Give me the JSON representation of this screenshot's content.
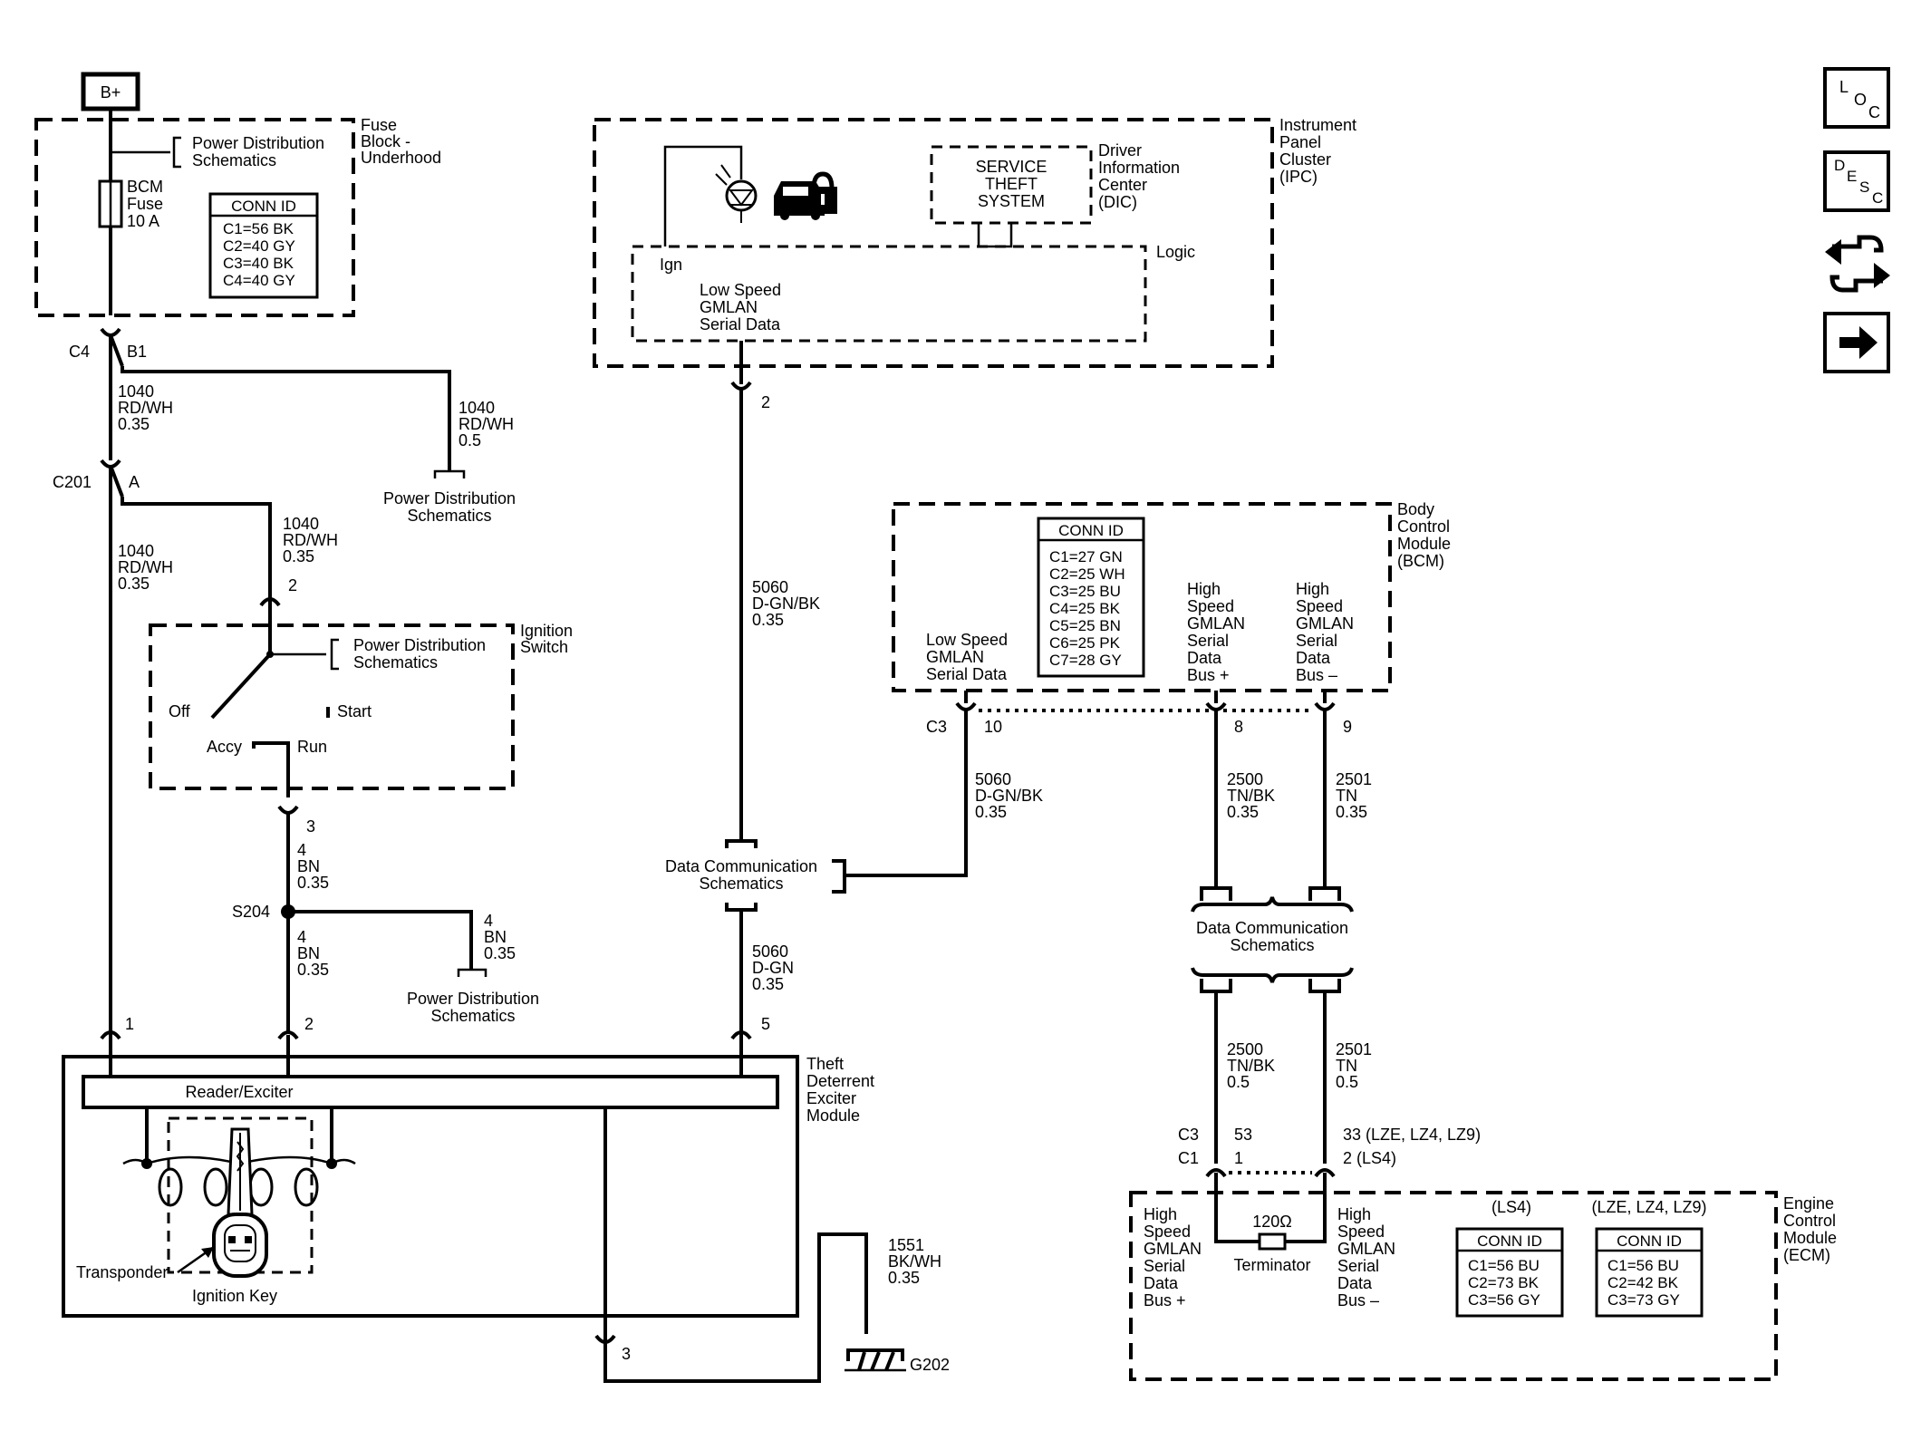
{
  "battery": "B+",
  "fuse_block": {
    "title": [
      "Fuse",
      "Block -",
      "Underhood"
    ],
    "power_dist": [
      "Power Distribution",
      "Schematics"
    ],
    "fuse": [
      "BCM",
      "Fuse",
      "10 A"
    ],
    "conn_id": {
      "header": "CONN ID",
      "rows": [
        "C1=56 BK",
        "C2=40 GY",
        "C3=40 BK",
        "C4=40 GY"
      ]
    }
  },
  "connectors": {
    "c4": "C4",
    "b1": "B1",
    "c201": "C201",
    "a": "A",
    "ign_in": "2",
    "ign_out": "3",
    "s204": "S204",
    "tdm_1": "1",
    "tdm_2": "2",
    "tdm_5": "5",
    "tdm_3": "3",
    "ipc_2": "2",
    "bcm_c3": "C3",
    "bcm_10": "10",
    "bcm_8": "8",
    "bcm_9": "9",
    "ecm_c3": "C3",
    "ecm_c1": "C1",
    "ecm_53": "53",
    "ecm_1": "1",
    "ecm_33": "33 (LZE, LZ4, LZ9)",
    "ecm_2": "2 (LS4)"
  },
  "wires": {
    "w1040_a": [
      "1040",
      "RD/WH",
      "0.35"
    ],
    "w1040_b": [
      "1040",
      "RD/WH",
      "0.5"
    ],
    "w1040_c": [
      "1040",
      "RD/WH",
      "0.35"
    ],
    "w1040_d": [
      "1040",
      "RD/WH",
      "0.35"
    ],
    "w4_a": [
      "4",
      "BN",
      "0.35"
    ],
    "w4_b": [
      "4",
      "BN",
      "0.35"
    ],
    "w4_c": [
      "4",
      "BN",
      "0.35"
    ],
    "w5060_a": [
      "5060",
      "D-GN/BK",
      "0.35"
    ],
    "w5060_b": [
      "5060",
      "D-GN/BK",
      "0.35"
    ],
    "w5060_c": [
      "5060",
      "D-GN",
      "0.35"
    ],
    "w2500_a": [
      "2500",
      "TN/BK",
      "0.35"
    ],
    "w2501_a": [
      "2501",
      "TN",
      "0.35"
    ],
    "w2500_b": [
      "2500",
      "TN/BK",
      "0.5"
    ],
    "w2501_b": [
      "2501",
      "TN",
      "0.5"
    ],
    "w1551": [
      "1551",
      "BK/WH",
      "0.35"
    ]
  },
  "power_dist_1": [
    "Power Distribution",
    "Schematics"
  ],
  "power_dist_2": [
    "Power Distribution",
    "Schematics"
  ],
  "power_dist_3": [
    "Power Distribution",
    "Schematics"
  ],
  "ignition_switch": {
    "title": [
      "Ignition",
      "Switch"
    ],
    "power_dist": [
      "Power Distribution",
      "Schematics"
    ],
    "off": "Off",
    "start": "Start",
    "accy": "Accy",
    "run": "Run"
  },
  "ipc": {
    "title": [
      "Instrument",
      "Panel",
      "Cluster",
      "(IPC)"
    ],
    "dic": [
      "Driver",
      "Information",
      "Center",
      "(DIC)"
    ],
    "service": [
      "SERVICE",
      "THEFT",
      "SYSTEM"
    ],
    "logic": "Logic",
    "ign": "Ign",
    "lsg": [
      "Low Speed",
      "GMLAN",
      "Serial Data"
    ]
  },
  "bcm": {
    "title": [
      "Body",
      "Control",
      "Module",
      "(BCM)"
    ],
    "conn_id": {
      "header": "CONN ID",
      "rows": [
        "C1=27 GN",
        "C2=25 WH",
        "C3=25 BU",
        "C4=25 BK",
        "C5=25 BN",
        "C6=25 PK",
        "C7=28 GY"
      ]
    },
    "lsg": [
      "Low Speed",
      "GMLAN",
      "Serial Data"
    ],
    "hs_plus": [
      "High",
      "Speed",
      "GMLAN",
      "Serial",
      "Data",
      "Bus +"
    ],
    "hs_minus": [
      "High",
      "Speed",
      "GMLAN",
      "Serial",
      "Data",
      "Bus –"
    ]
  },
  "data_comm_1": [
    "Data Communication",
    "Schematics"
  ],
  "data_comm_2": [
    "Data Communication",
    "Schematics"
  ],
  "tdm": {
    "title": [
      "Theft",
      "Deterrent",
      "Exciter",
      "Module"
    ],
    "reader": "Reader/Exciter",
    "transponder": "Transponder",
    "key": "Ignition Key"
  },
  "ground": "G202",
  "ecm": {
    "title": [
      "Engine",
      "Control",
      "Module",
      "(ECM)"
    ],
    "hs_plus": [
      "High",
      "Speed",
      "GMLAN",
      "Serial",
      "Data",
      "Bus +"
    ],
    "hs_minus": [
      "High",
      "Speed",
      "GMLAN",
      "Serial",
      "Data",
      "Bus –"
    ],
    "resistor": "120Ω",
    "terminator": "Terminator",
    "ls4": "(LS4)",
    "lze": "(LZE, LZ4, LZ9)",
    "conn_ls4": {
      "header": "CONN ID",
      "rows": [
        "C1=56 BU",
        "C2=73 BK",
        "C3=56 GY"
      ]
    },
    "conn_lze": {
      "header": "CONN ID",
      "rows": [
        "C1=56 BU",
        "C2=42 BK",
        "C3=73 GY"
      ]
    }
  },
  "nav": {
    "loc": [
      "L",
      "O",
      "C"
    ],
    "desc": [
      "D",
      "E",
      "S",
      "C"
    ]
  }
}
